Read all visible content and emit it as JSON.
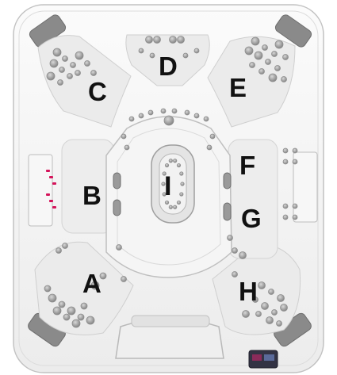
{
  "spa": {
    "seats": [
      {
        "id": "A",
        "label": "A"
      },
      {
        "id": "B",
        "label": "B"
      },
      {
        "id": "C",
        "label": "C"
      },
      {
        "id": "D",
        "label": "D"
      },
      {
        "id": "E",
        "label": "E"
      },
      {
        "id": "F",
        "label": "F"
      },
      {
        "id": "G",
        "label": "G"
      },
      {
        "id": "H",
        "label": "H"
      },
      {
        "id": "I",
        "label": "I"
      }
    ]
  },
  "colors": {
    "shell": "#f4f4f4",
    "shell_edge": "#c9c9c9",
    "seat_surface": "#e6e6e6",
    "jet": "#8e8e8e",
    "headrest": "#8a8a8a",
    "accent_lights": "#d4145a",
    "label": "#111111"
  }
}
